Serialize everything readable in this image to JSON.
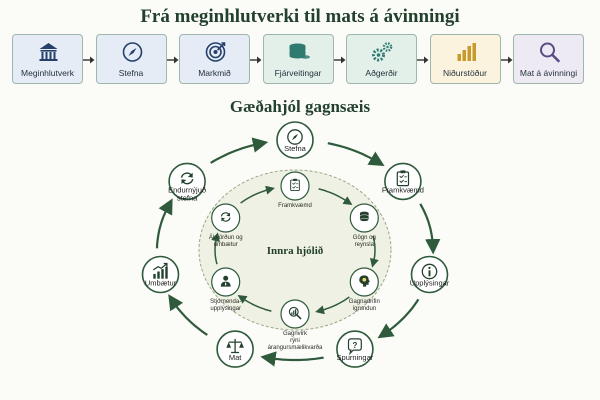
{
  "title": "Frá meginhlutverki til mats á ávinningi",
  "process": {
    "steps": [
      {
        "label": "Meginhlutverk",
        "icon": "bank-icon",
        "bg": "#e6ecf6"
      },
      {
        "label": "Stefna",
        "icon": "compass-icon",
        "bg": "#e6ecf6"
      },
      {
        "label": "Markmið",
        "icon": "target-icon",
        "bg": "#e6ecf6"
      },
      {
        "label": "Fjárveitingar",
        "icon": "coins-icon",
        "bg": "#e3f0ea"
      },
      {
        "label": "Aðgerðir",
        "icon": "gears-icon",
        "bg": "#e3f0ea"
      },
      {
        "label": "Niðurstöður",
        "icon": "bar-chart-icon",
        "bg": "#fbf3dd"
      },
      {
        "label": "Mat á ávinningi",
        "icon": "magnifier-icon",
        "bg": "#eeeaf4"
      }
    ]
  },
  "wheel": {
    "title": "Gæðahjól gagnsæis",
    "outer": [
      {
        "label": "Stefna",
        "icon": "compass-icon"
      },
      {
        "label": "Framkvæmd",
        "icon": "clipboard-icon"
      },
      {
        "label": "Upplýsingar",
        "icon": "info-icon"
      },
      {
        "label": "Spurningar",
        "icon": "question-bubble-icon"
      },
      {
        "label": "Mat",
        "icon": "scales-icon"
      },
      {
        "label": "Umbætur",
        "icon": "growth-chart-icon"
      },
      {
        "label": "Endurnýjuð stefna",
        "icon": "refresh-icon"
      }
    ],
    "inner_title": "Innra hjólið",
    "inner": [
      {
        "label": "Framkvæmd",
        "icon": "clipboard-icon"
      },
      {
        "label": "Gögn og reynsla",
        "icon": "database-icon"
      },
      {
        "label": "Gagnadrifin ígrundun",
        "icon": "head-lightbulb-icon"
      },
      {
        "label": "Gagnvirk rýni árangursmælikvarða",
        "icon": "magnifier-chart-icon"
      },
      {
        "label": "Stjórnenda-upplýsingar",
        "icon": "manager-icon"
      },
      {
        "label": "Ákvörðun og umbætur",
        "icon": "refresh-icon"
      }
    ]
  },
  "colors": {
    "dark_green": "#23402d",
    "accent": "#2f5a3c",
    "teal": "#2f7b72",
    "gold": "#c79a2b",
    "purple": "#5a4b86",
    "navy": "#24406b"
  }
}
